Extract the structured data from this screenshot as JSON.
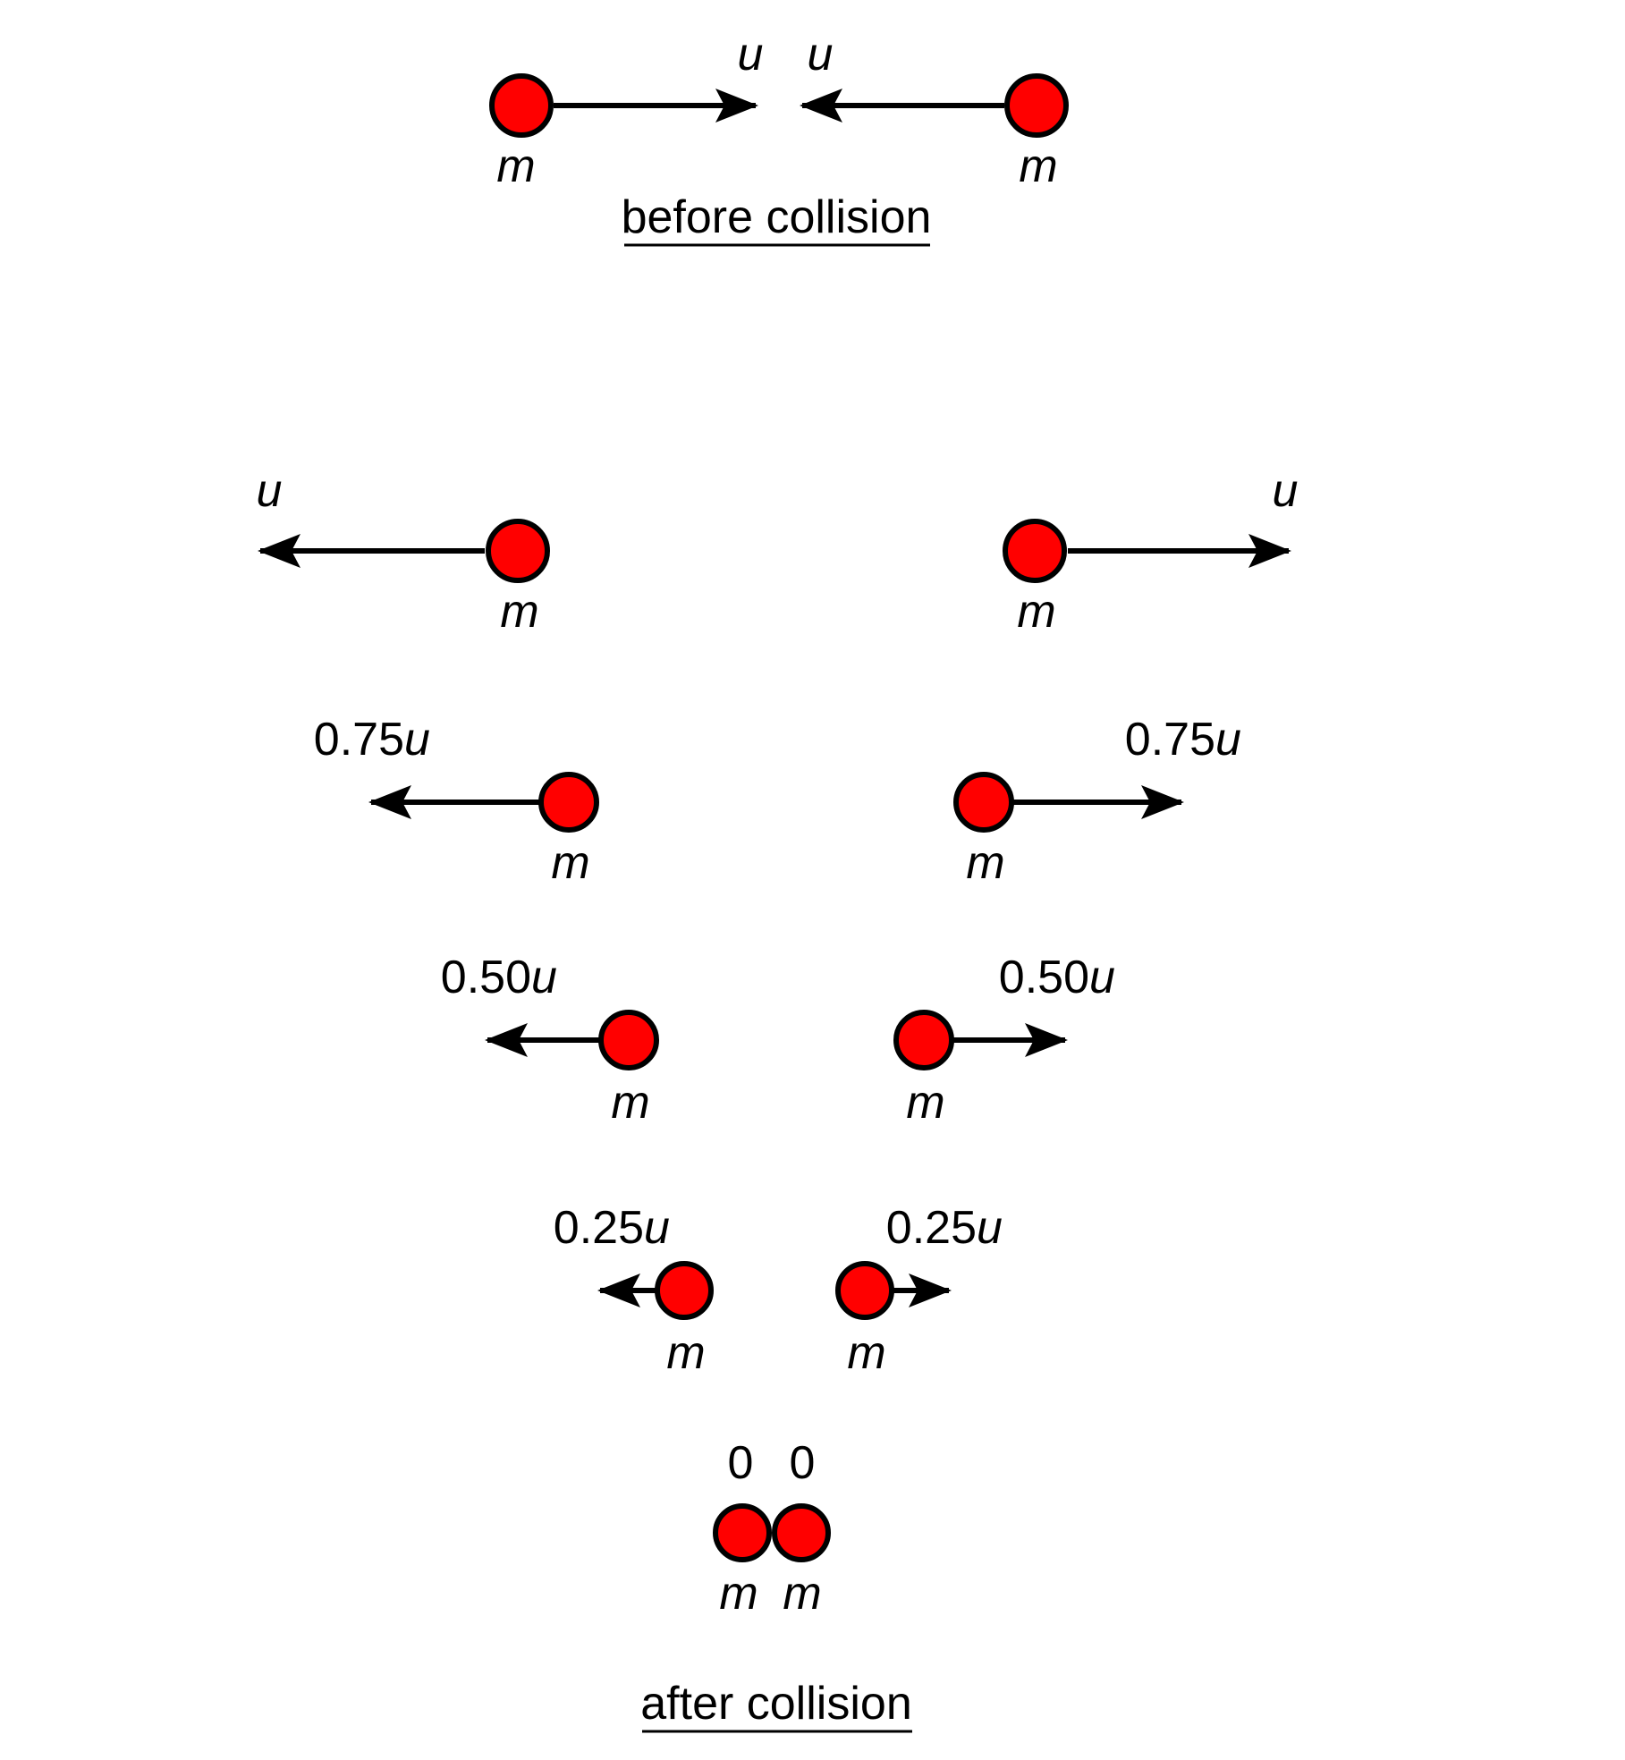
{
  "diagram": {
    "colors": {
      "ball_fill": "#FF0000",
      "ball_stroke": "#000000",
      "arrow": "#000000",
      "text": "#000000",
      "background": "#FFFFFF"
    },
    "before": {
      "title": "before collision",
      "left": {
        "speed": "u",
        "mass": "m"
      },
      "right": {
        "speed": "u",
        "mass": "m"
      }
    },
    "after": {
      "title": "after collision",
      "rows": [
        {
          "left": {
            "speed_prefix": "",
            "speed_symbol": "u",
            "mass": "m"
          },
          "right": {
            "speed_prefix": "",
            "speed_symbol": "u",
            "mass": "m"
          }
        },
        {
          "left": {
            "speed_prefix": "0.75",
            "speed_symbol": "u",
            "mass": "m"
          },
          "right": {
            "speed_prefix": "0.75",
            "speed_symbol": "u",
            "mass": "m"
          }
        },
        {
          "left": {
            "speed_prefix": "0.50",
            "speed_symbol": "u",
            "mass": "m"
          },
          "right": {
            "speed_prefix": "0.50",
            "speed_symbol": "u",
            "mass": "m"
          }
        },
        {
          "left": {
            "speed_prefix": "0.25",
            "speed_symbol": "u",
            "mass": "m"
          },
          "right": {
            "speed_prefix": "0.25",
            "speed_symbol": "u",
            "mass": "m"
          }
        },
        {
          "left": {
            "speed_prefix": "0",
            "speed_symbol": "",
            "mass": "m"
          },
          "right": {
            "speed_prefix": "0",
            "speed_symbol": "",
            "mass": "m"
          }
        }
      ]
    }
  }
}
